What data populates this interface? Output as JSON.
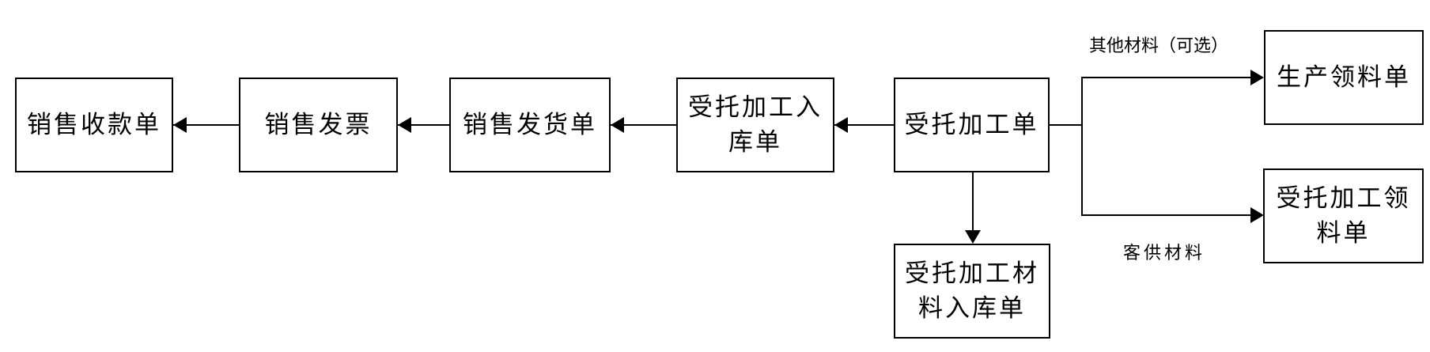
{
  "diagram": {
    "nodes": {
      "sales_receipt": "销售收款单",
      "sales_invoice": "销售发票",
      "sales_delivery": "销售发货单",
      "consigned_processing_inbound": "受托加工入\n库单",
      "consigned_processing_order": "受托加工单",
      "consigned_material_inbound": "受托加工材\n料入库单",
      "production_picking": "生产领料单",
      "consigned_processing_picking": "受托加工领\n料单"
    },
    "edge_labels": {
      "other_materials_optional": "其他材料（可选）",
      "customer_supplied_materials": "客供材料"
    },
    "colors": {
      "line": "#000000",
      "text": "#000000",
      "background": "#ffffff",
      "box_background": "#ffffff"
    }
  }
}
